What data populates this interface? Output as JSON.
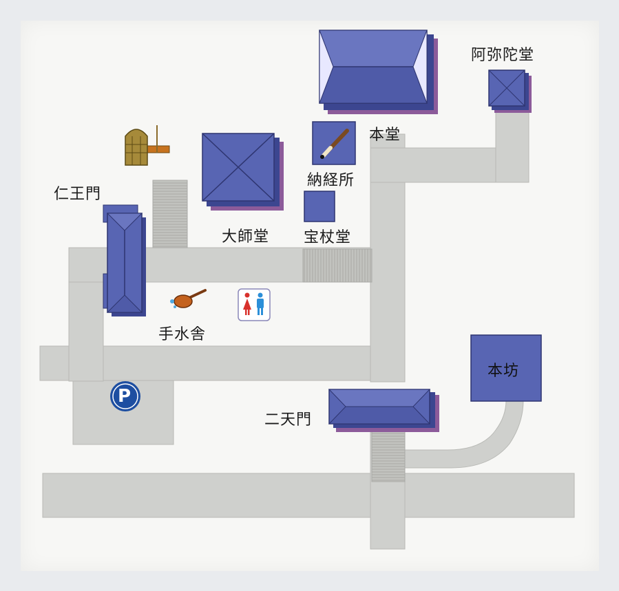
{
  "labels": {
    "amida": "阿弥陀堂",
    "hondo": "本堂",
    "nokyosho": "納経所",
    "daishido": "大師堂",
    "hojodo": "宝杖堂",
    "niomon": "仁王門",
    "temizuya": "手水舎",
    "hombo": "本坊",
    "nitenmon": "二天門"
  },
  "icons": {
    "parking": "P",
    "restroom": "restroom-icon",
    "bell": "bell-tower-icon",
    "brush": "brush-icon",
    "ladle": "ladle-icon"
  },
  "colors": {
    "building": "#5865b3",
    "building_edge": "#3c4690",
    "building_shadow": "#8c5b9a",
    "path": "#cfd0cd",
    "steps": "#b9bab6",
    "parking": "#1d4ea1",
    "bell": "#a68a3a"
  }
}
